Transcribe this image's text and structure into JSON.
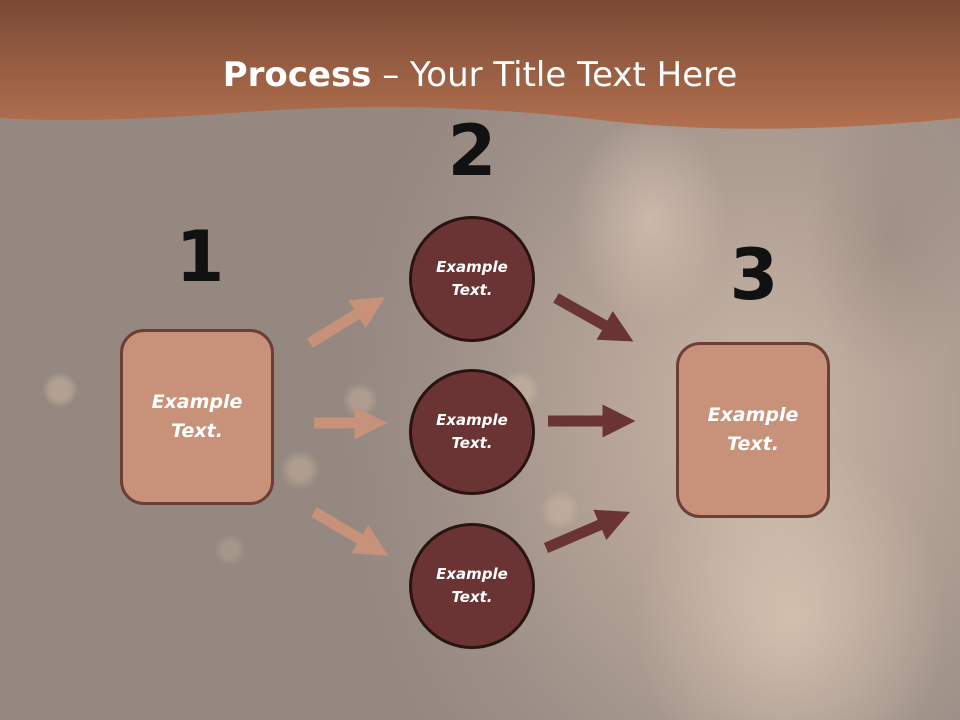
{
  "title": {
    "bold": "Process",
    "rest": " – Your Title Text Here"
  },
  "steps": {
    "one": "1",
    "two": "2",
    "three": "3"
  },
  "left_box": {
    "line1": "Example",
    "line2": "Text."
  },
  "right_box": {
    "line1": "Example",
    "line2": "Text."
  },
  "circles": [
    {
      "line1": "Example",
      "line2": "Text."
    },
    {
      "line1": "Example",
      "line2": "Text."
    },
    {
      "line1": "Example",
      "line2": "Text."
    }
  ],
  "colors": {
    "banner": "#a9684a",
    "box_fill": "#c8917a",
    "circle_fill": "#6b3434",
    "arrow_light": "#c8917a",
    "arrow_dark": "#6b3434"
  }
}
